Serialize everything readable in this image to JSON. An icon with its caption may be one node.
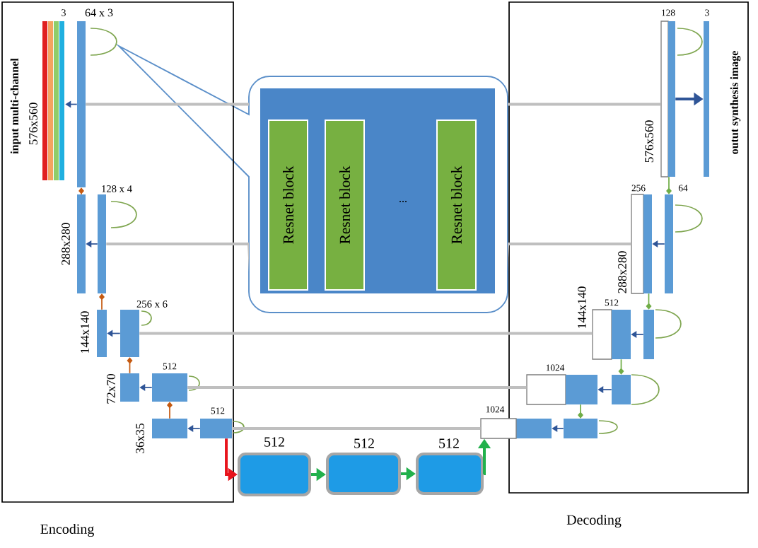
{
  "diagram": {
    "nodes": [
      {
        "text": [
          "Encoding"
        ]
      },
      {
        "text": [
          "Decoding"
        ]
      },
      {
        "text": [
          "..."
        ]
      },
      {
        "text": [
          "Resnet block"
        ],
        "in": 2
      },
      {
        "text": [
          "Resnet block"
        ],
        "in": 2
      },
      {
        "text": [
          "Resnet block"
        ],
        "in": 2
      },
      {
        "text": [],
        "shape": "bar",
        "in": 0
      },
      {
        "text": [],
        "shape": "bar",
        "in": 0
      },
      {
        "text": [],
        "shape": "bar",
        "in": 0
      },
      {
        "text": [],
        "shape": "bar",
        "in": 0
      },
      {
        "text": [],
        "shape": "bar",
        "in": 0
      },
      {
        "text": [],
        "shape": "bar",
        "in": 0
      },
      {
        "text": [],
        "shape": "bar",
        "in": 0
      },
      {
        "text": [],
        "shape": "bar",
        "in": 0
      },
      {
        "text": [],
        "shape": "bar",
        "in": 0
      },
      {
        "text": [],
        "shape": "bar",
        "in": 0
      },
      {
        "text": [],
        "shape": "box"
      },
      {
        "text": [],
        "shape": "box"
      },
      {
        "text": [],
        "shape": "box"
      },
      {
        "text": [],
        "shape": "box"
      },
      {
        "text": [],
        "shape": "bar",
        "in": 1
      },
      {
        "text": [],
        "shape": "bar",
        "in": 1
      },
      {
        "text": [],
        "shape": "box",
        "in": 1
      },
      {
        "text": [],
        "shape": "bar",
        "in": 1
      },
      {
        "text": [],
        "shape": "bar",
        "in": 1
      },
      {
        "text": [],
        "shape": "box",
        "in": 1
      },
      {
        "text": [],
        "shape": "bar",
        "in": 1
      },
      {
        "text": [],
        "shape": "bar",
        "in": 1
      },
      {
        "text": [],
        "shape": "box",
        "in": 1
      },
      {
        "text": [],
        "shape": "bar",
        "in": 1
      },
      {
        "text": [],
        "shape": "bar",
        "in": 1
      },
      {
        "text": [],
        "shape": "box",
        "in": 1
      },
      {
        "text": [],
        "shape": "bar",
        "in": 1
      },
      {
        "text": [],
        "shape": "bar",
        "in": 1
      }
    ],
    "edges": [
      {
        "from": 7,
        "to": 6,
        "arrow": "to"
      },
      {
        "from": 9,
        "to": 8,
        "arrow": "to"
      },
      {
        "from": 11,
        "to": 10,
        "arrow": "to"
      },
      {
        "from": 13,
        "to": 12,
        "arrow": "to"
      },
      {
        "from": 15,
        "to": 14,
        "arrow": "to"
      },
      {
        "from": 7,
        "to": 8,
        "arrow": "other",
        "color": "#c55a11"
      },
      {
        "from": 9,
        "to": 10,
        "arrow": "other",
        "color": "#c55a11"
      },
      {
        "from": 11,
        "to": 12,
        "arrow": "other",
        "color": "#c55a11"
      },
      {
        "from": 13,
        "to": 14,
        "arrow": "other",
        "color": "#c55a11"
      },
      {
        "from": 15,
        "to": 16,
        "arrow": "to",
        "style": "thick",
        "color": "#e8141c"
      },
      {
        "from": 16,
        "to": 17,
        "arrow": "to",
        "style": "thick",
        "color": "#22b14c"
      },
      {
        "from": 17,
        "to": 18,
        "arrow": "to",
        "style": "thick",
        "color": "#22b14c"
      },
      {
        "from": 18,
        "to": 19,
        "arrow": "to",
        "style": "thick",
        "color": "#22b14c"
      },
      {
        "from": 21,
        "to": 20,
        "arrow": "to"
      },
      {
        "from": 24,
        "to": 23,
        "arrow": "to"
      },
      {
        "from": 27,
        "to": 26,
        "arrow": "to"
      },
      {
        "from": 30,
        "to": 29,
        "arrow": "to"
      },
      {
        "from": 32,
        "to": 33,
        "arrow": "to",
        "style": "thick"
      },
      {
        "from": 21,
        "to": 23,
        "arrow": "other",
        "color": "#70ad47"
      },
      {
        "from": 24,
        "to": 26,
        "arrow": "other",
        "color": "#70ad47"
      },
      {
        "from": 27,
        "to": 29,
        "arrow": "other",
        "color": "#70ad47"
      },
      {
        "from": 30,
        "to": 32,
        "arrow": "other",
        "color": "#70ad47"
      },
      {
        "from": 7,
        "to": 31,
        "arrow": "none",
        "style": "thick",
        "color": "#bfbfbf"
      },
      {
        "from": 9,
        "to": 28,
        "arrow": "none",
        "style": "thick",
        "color": "#bfbfbf"
      },
      {
        "from": 11,
        "to": 25,
        "arrow": "none",
        "style": "thick",
        "color": "#bfbfbf"
      },
      {
        "from": 13,
        "to": 22,
        "arrow": "none",
        "style": "thick",
        "color": "#bfbfbf"
      },
      {
        "from": 15,
        "to": 19,
        "arrow": "none",
        "style": "thick",
        "color": "#bfbfbf"
      }
    ],
    "labels": [
      "3",
      "64 x 3",
      "input multi-channel",
      "576x560",
      "128 x 4",
      "288x280",
      "256 x 6",
      "144x140",
      "512",
      "72x70",
      "512",
      "36x35",
      "512",
      "512",
      "512",
      "1024",
      "1024",
      "144x140",
      "512",
      "288x280",
      "256",
      "64",
      "128",
      "3",
      "576x560",
      "outut synthesis image"
    ]
  }
}
